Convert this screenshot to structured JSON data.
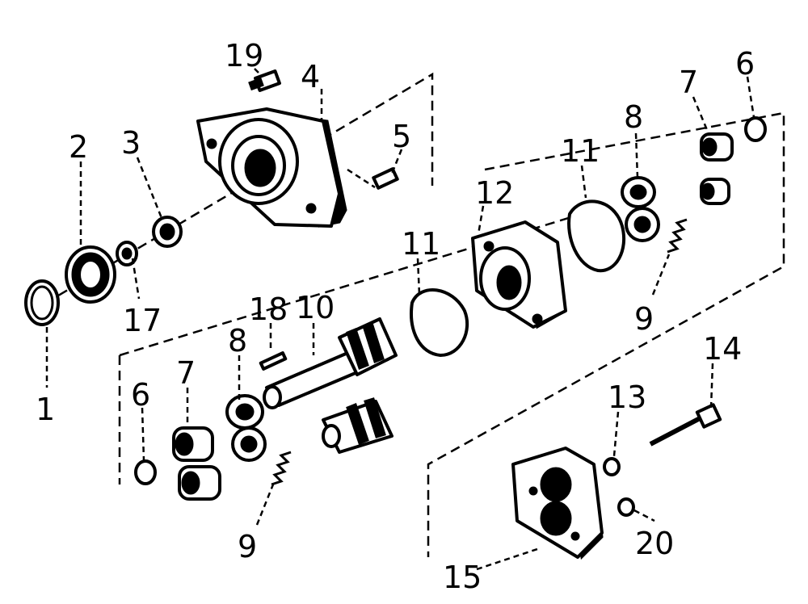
{
  "diagram": {
    "callouts": {
      "c1": "1",
      "c2": "2",
      "c3": "3",
      "c4": "4",
      "c5": "5",
      "c6a": "6",
      "c6b": "6",
      "c7a": "7",
      "c7b": "7",
      "c8a": "8",
      "c8b": "8",
      "c9a": "9",
      "c9b": "9",
      "c10": "10",
      "c11a": "11",
      "c11b": "11",
      "c12": "12",
      "c13": "13",
      "c14": "14",
      "c15": "15",
      "c17": "17",
      "c18": "18",
      "c19": "19",
      "c20": "20"
    },
    "colors": {
      "ink": "#000000",
      "paper": "#ffffff"
    }
  }
}
